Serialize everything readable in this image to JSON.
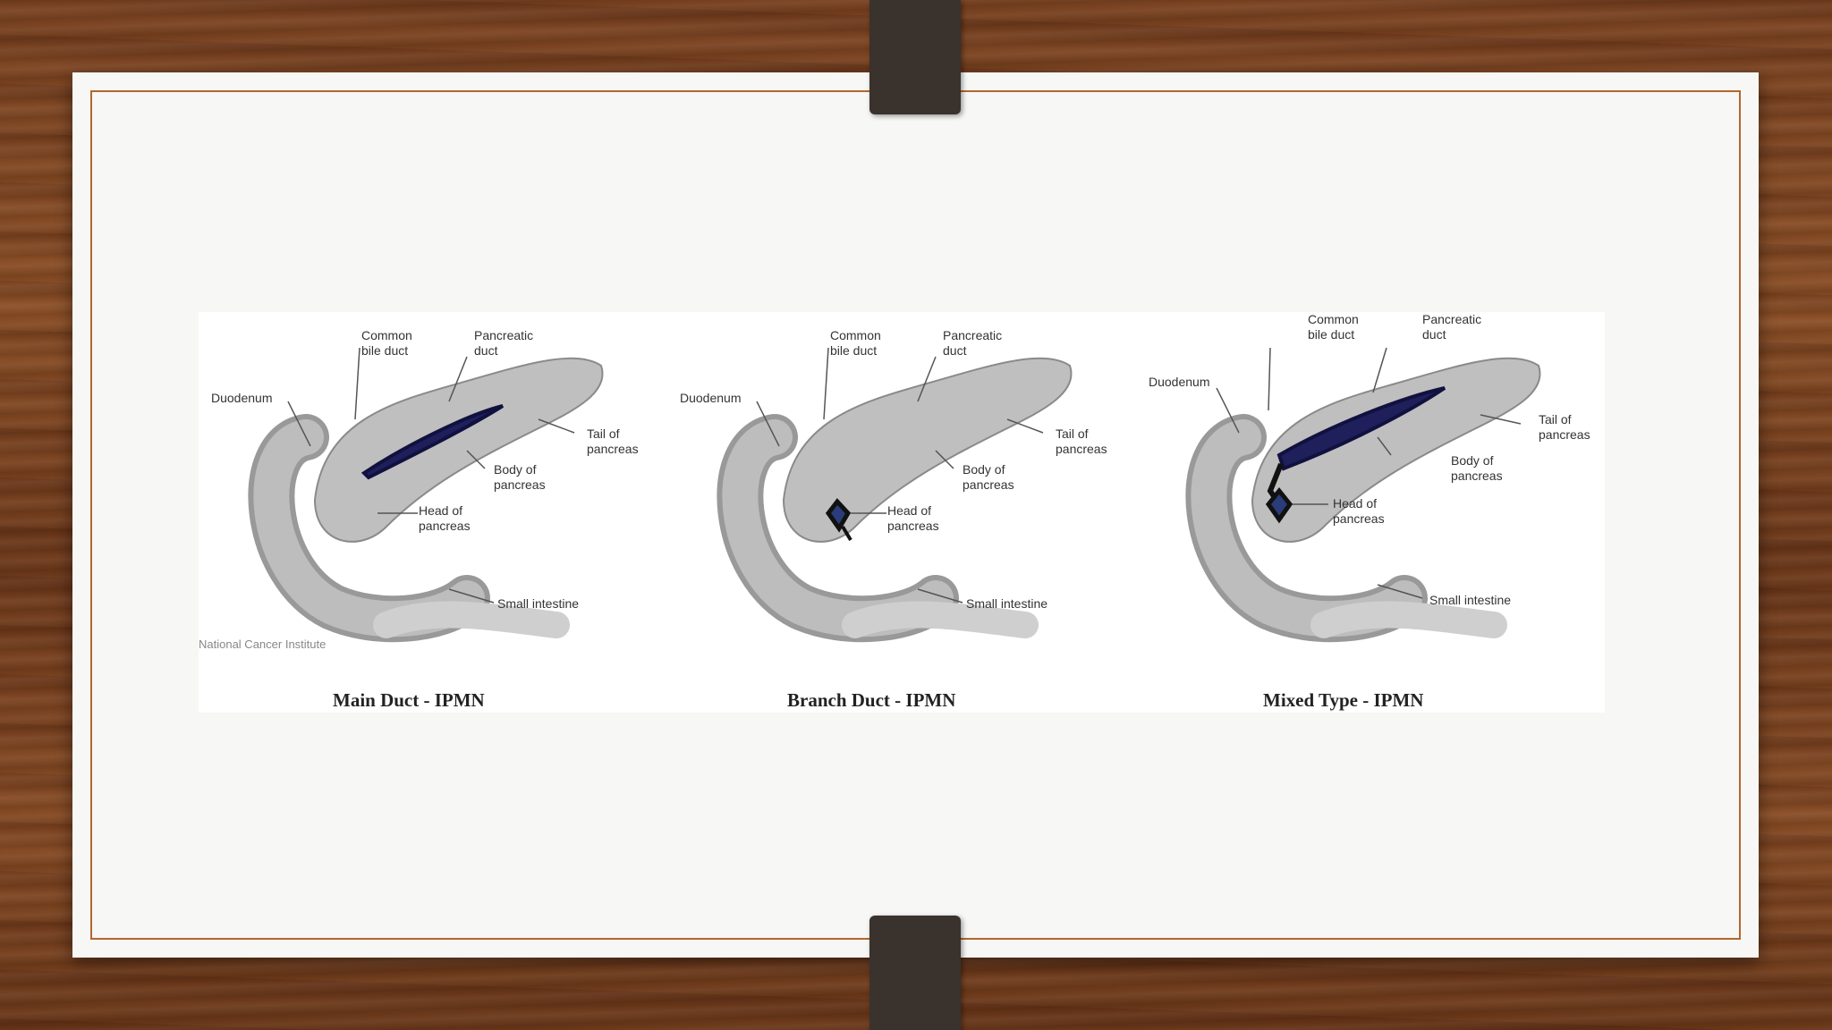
{
  "figure": {
    "credit": "National Cancer Institute",
    "panels": [
      {
        "caption": "Main Duct - IPMN",
        "labels": {
          "common_bile_duct": "Common\nbile duct",
          "pancreatic_duct": "Pancreatic\nduct",
          "duodenum": "Duodenum",
          "tail": "Tail of\npancreas",
          "body": "Body of\npancreas",
          "head": "Head of\npancreas",
          "small_intestine": "Small intestine"
        }
      },
      {
        "caption": "Branch Duct - IPMN",
        "labels": {
          "common_bile_duct": "Common\nbile duct",
          "pancreatic_duct": "Pancreatic\nduct",
          "duodenum": "Duodenum",
          "tail": "Tail of\npancreas",
          "body": "Body of\npancreas",
          "head": "Head of\npancreas",
          "small_intestine": "Small intestine"
        }
      },
      {
        "caption": "Mixed Type - IPMN",
        "labels": {
          "common_bile_duct": "Common\nbile duct",
          "pancreatic_duct": "Pancreatic\nduct",
          "duodenum": "Duodenum",
          "tail": "Tail of\npancreas",
          "body": "Body of\npancreas",
          "head": "Head of\npancreas",
          "small_intestine": "Small intestine"
        }
      }
    ]
  },
  "colors": {
    "duct": "#1f1f5c",
    "border": "#b4662d",
    "clip": "#3a322d"
  }
}
